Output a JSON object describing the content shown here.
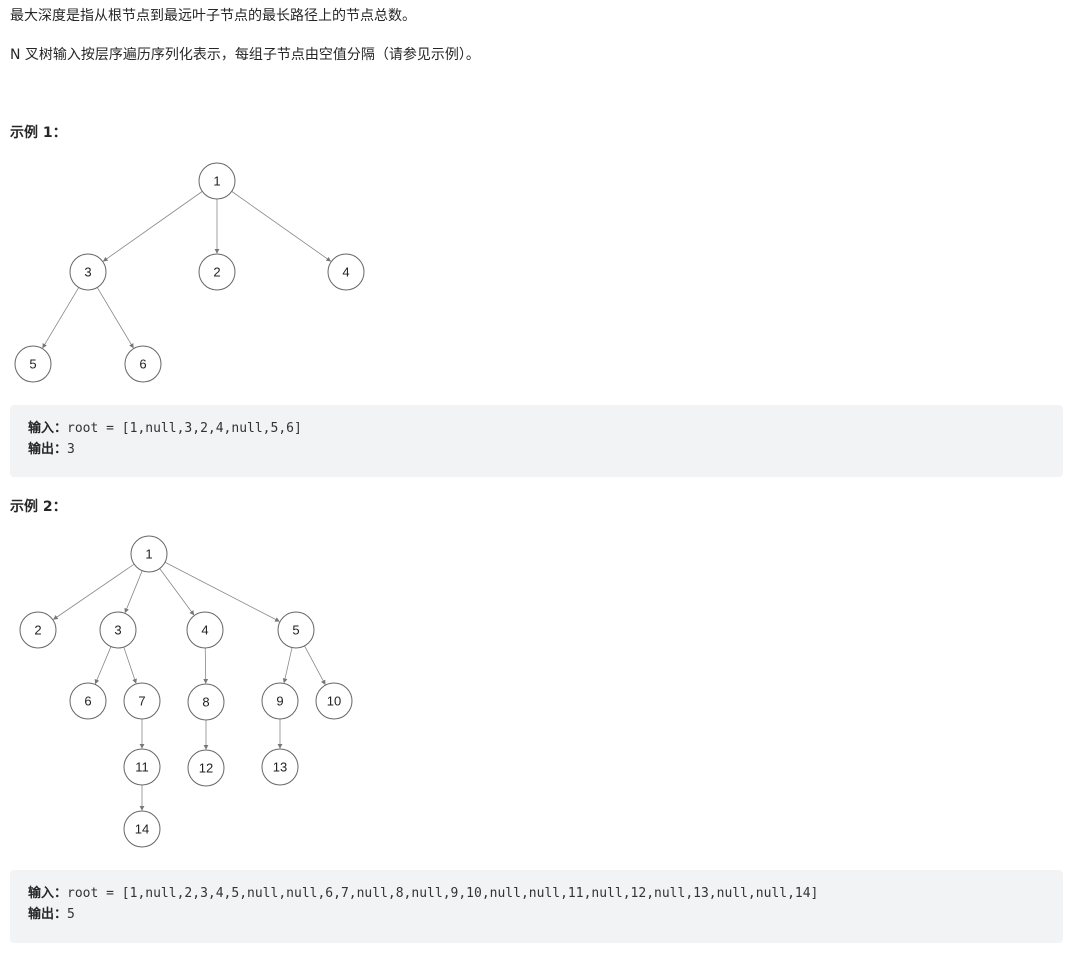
{
  "description": [
    "最大深度是指从根节点到最远叶子节点的最长路径上的节点总数。",
    "N 叉树输入按层序遍历序列化表示，每组子节点由空值分隔（请参见示例）。"
  ],
  "examples": [
    {
      "title": "示例 1：",
      "input_label": "输入：",
      "input_value": "root = [1,null,3,2,4,null,5,6]",
      "output_label": "输出：",
      "output_value": "3",
      "tree": {
        "nodes": [
          "1",
          "3",
          "2",
          "4",
          "5",
          "6"
        ],
        "parents": [
          null,
          0,
          0,
          0,
          1,
          1
        ]
      }
    },
    {
      "title": "示例 2：",
      "input_label": "输入：",
      "input_value": "root = [1,null,2,3,4,5,null,null,6,7,null,8,null,9,10,null,null,11,null,12,null,13,null,null,14]",
      "output_label": "输出：",
      "output_value": "5",
      "tree": {
        "nodes": [
          "1",
          "2",
          "3",
          "4",
          "5",
          "6",
          "7",
          "8",
          "9",
          "10",
          "11",
          "12",
          "13",
          "14"
        ],
        "parents": [
          null,
          0,
          0,
          0,
          0,
          2,
          2,
          3,
          4,
          4,
          6,
          7,
          8,
          10
        ]
      }
    }
  ]
}
